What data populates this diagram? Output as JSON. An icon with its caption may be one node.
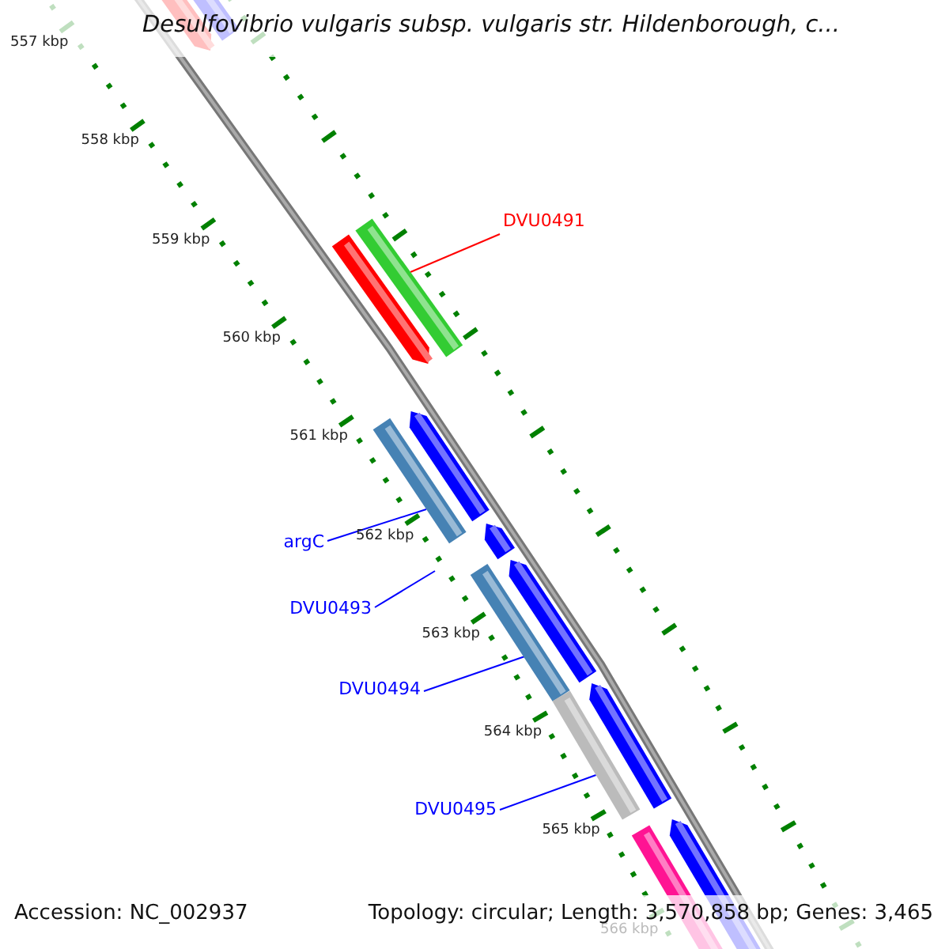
{
  "diagram": {
    "title": "Desulfovibrio vulgaris subsp. vulgaris str. Hildenborough, c...",
    "nodes": [
      {
        "text": [
          "DVU0491"
        ]
      },
      {
        "text": [],
        "shape": "bar"
      },
      {
        "text": [
          "argC"
        ]
      },
      {
        "text": [],
        "shape": "bar"
      },
      {
        "text": [
          "DVU0493"
        ]
      },
      {
        "text": [
          "DVU0494"
        ]
      },
      {
        "text": [],
        "shape": "bar"
      },
      {
        "text": [
          "DVU0495"
        ]
      },
      {
        "text": [],
        "shape": "bar"
      }
    ],
    "edges": [
      {
        "from": 0,
        "to": 1,
        "arrow": "none",
        "color": "#ff0000"
      },
      {
        "from": 2,
        "to": 3,
        "arrow": "none"
      },
      {
        "from": 4,
        "to": null,
        "arrow": "none"
      },
      {
        "from": 5,
        "to": 6,
        "arrow": "none"
      },
      {
        "from": 7,
        "to": 8,
        "arrow": "none"
      }
    ],
    "labels": [
      "557 kbp",
      "558 kbp",
      "559 kbp",
      "560 kbp",
      "561 kbp",
      "562 kbp",
      "563 kbp",
      "564 kbp",
      "565 kbp",
      "566 kbp",
      "Accession: NC_002937",
      "Topology: circular; Length: 3,570,858 bp; Genes: 3,465"
    ]
  }
}
